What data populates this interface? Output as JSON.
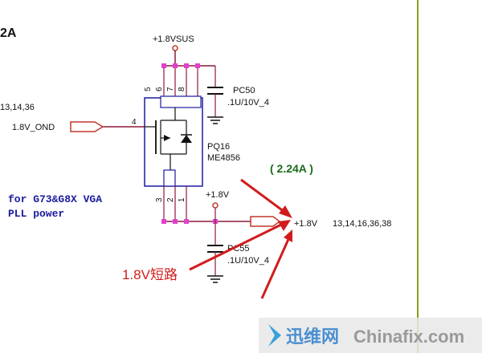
{
  "header": {
    "partial_title": "2A"
  },
  "nets": {
    "vsus": "+1.8VSUS",
    "v18_top": "+1.8V",
    "v18_out": "+1.8V",
    "v18_out_refs": "13,14,16,36,38",
    "ond": "1.8V_OND",
    "ond_refs": "13,14,36"
  },
  "mosfet": {
    "ref": "PQ16",
    "part": "ME4856",
    "pins": {
      "p4": "4",
      "p5": "5",
      "p6": "6",
      "p7": "7",
      "p8": "8",
      "p3": "3",
      "p2": "2",
      "p1": "1"
    }
  },
  "caps": [
    {
      "ref": "PC50",
      "value": ".1U/10V_4"
    },
    {
      "ref": "PC55",
      "value": ".1U/10V_4"
    }
  ],
  "notes": {
    "line1": "for G73&G8X VGA",
    "line2": "PLL power",
    "current": "( 2.24A )",
    "short": "1.8V短路"
  },
  "watermark": {
    "cn": "迅维网",
    "en": "Chinafix.com"
  },
  "colors": {
    "wire": "#8b1a3a",
    "node": "#e040d0",
    "annotation": "#d21c1c",
    "current": "#1a6b1a",
    "note": "#1a1aa0",
    "border": "#8a9a20"
  }
}
